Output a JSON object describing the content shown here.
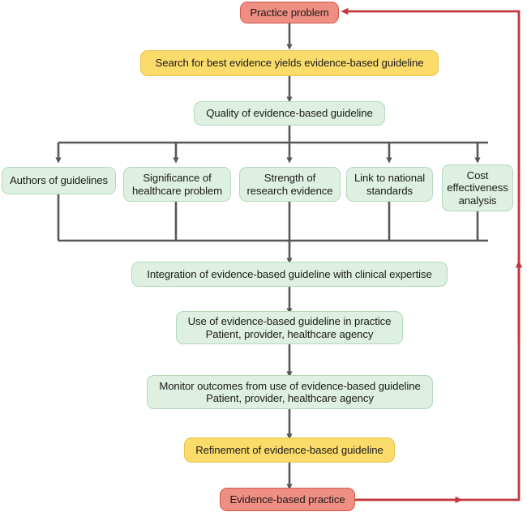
{
  "diagram": {
    "title": "Evidence-based guideline practice flow",
    "colors": {
      "green_fill": "#ddf0e1",
      "green_border": "#b4d9bd",
      "yellow_fill": "#fbdc6a",
      "yellow_border": "#e3c24f",
      "red_fill": "#ef8e82",
      "red_border": "#cf5a4c",
      "connector_gray": "#575757",
      "feedback_red": "#c1383f",
      "background": "#ffffff"
    },
    "nodes": [
      {
        "id": "practice-problem",
        "label": "Practice problem",
        "style": "red",
        "lines": [
          "Practice problem"
        ]
      },
      {
        "id": "search-best-evidence",
        "label": "Search for best evidence yields evidence-based guideline",
        "style": "yellow",
        "lines": [
          "Search for best evidence yields evidence-based guideline"
        ]
      },
      {
        "id": "quality-of-guideline",
        "label": "Quality of evidence-based guideline",
        "style": "green",
        "lines": [
          "Quality of evidence-based guideline"
        ]
      },
      {
        "id": "authors-of-guidelines",
        "label": "Authors of guidelines",
        "style": "green",
        "lines": [
          "Authors of guidelines"
        ]
      },
      {
        "id": "significance-healthcare-problem",
        "label": "Significance of healthcare problem",
        "style": "green",
        "lines": [
          "Significance of",
          "healthcare problem"
        ]
      },
      {
        "id": "strength-research-evidence",
        "label": "Strength of research evidence",
        "style": "green",
        "lines": [
          "Strength of",
          "research evidence"
        ]
      },
      {
        "id": "link-national-standards",
        "label": "Link to national standards",
        "style": "green",
        "lines": [
          "Link to national",
          "standards"
        ]
      },
      {
        "id": "cost-effectiveness-analysis",
        "label": "Cost effectiveness analysis",
        "style": "green",
        "lines": [
          "Cost",
          "effectiveness",
          "analysis"
        ]
      },
      {
        "id": "integration-clinical-expertise",
        "label": "Integration of evidence-based guideline with clinical expertise",
        "style": "green",
        "lines": [
          "Integration of evidence-based guideline with clinical expertise"
        ]
      },
      {
        "id": "use-guideline-in-practice",
        "label": "Use of evidence-based guideline in practice Patient, provider, healthcare agency",
        "style": "green",
        "lines": [
          "Use of evidence-based guideline in practice",
          "Patient, provider, healthcare agency"
        ]
      },
      {
        "id": "monitor-outcomes",
        "label": "Monitor outcomes from use of evidence-based guideline Patient, provider, healthcare agency",
        "style": "green",
        "lines": [
          "Monitor outcomes from use of evidence-based guideline",
          "Patient, provider, healthcare agency"
        ]
      },
      {
        "id": "refinement-of-guideline",
        "label": "Refinement of evidence-based guideline",
        "style": "yellow",
        "lines": [
          "Refinement of evidence-based guideline"
        ]
      },
      {
        "id": "evidence-based-practice",
        "label": "Evidence-based practice",
        "style": "red",
        "lines": [
          "Evidence-based practice"
        ]
      }
    ],
    "edges": [
      {
        "from": "practice-problem",
        "to": "search-best-evidence",
        "color": "gray"
      },
      {
        "from": "search-best-evidence",
        "to": "quality-of-guideline",
        "color": "gray"
      },
      {
        "from": "quality-of-guideline",
        "to": "authors-of-guidelines",
        "color": "gray"
      },
      {
        "from": "quality-of-guideline",
        "to": "significance-healthcare-problem",
        "color": "gray"
      },
      {
        "from": "quality-of-guideline",
        "to": "strength-research-evidence",
        "color": "gray"
      },
      {
        "from": "quality-of-guideline",
        "to": "link-national-standards",
        "color": "gray"
      },
      {
        "from": "quality-of-guideline",
        "to": "cost-effectiveness-analysis",
        "color": "gray"
      },
      {
        "from": "authors-of-guidelines",
        "to": "integration-clinical-expertise",
        "color": "gray"
      },
      {
        "from": "significance-healthcare-problem",
        "to": "integration-clinical-expertise",
        "color": "gray"
      },
      {
        "from": "strength-research-evidence",
        "to": "integration-clinical-expertise",
        "color": "gray"
      },
      {
        "from": "link-national-standards",
        "to": "integration-clinical-expertise",
        "color": "gray"
      },
      {
        "from": "cost-effectiveness-analysis",
        "to": "integration-clinical-expertise",
        "color": "gray"
      },
      {
        "from": "integration-clinical-expertise",
        "to": "use-guideline-in-practice",
        "color": "gray"
      },
      {
        "from": "use-guideline-in-practice",
        "to": "monitor-outcomes",
        "color": "gray"
      },
      {
        "from": "monitor-outcomes",
        "to": "refinement-of-guideline",
        "color": "gray"
      },
      {
        "from": "refinement-of-guideline",
        "to": "evidence-based-practice",
        "color": "gray"
      },
      {
        "from": "evidence-based-practice",
        "to": "practice-problem",
        "color": "red"
      },
      {
        "from": "evidence-based-practice",
        "to": "integration-clinical-expertise",
        "color": "red"
      }
    ]
  }
}
